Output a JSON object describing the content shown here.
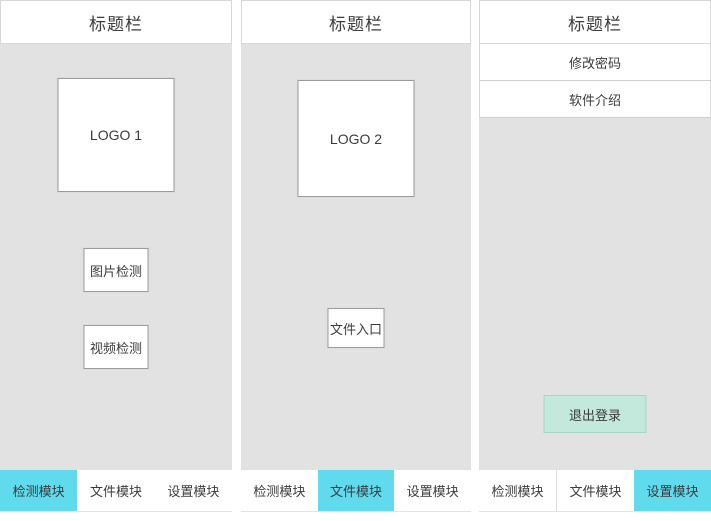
{
  "colors": {
    "active_tab_cyan": "#5fdbed",
    "logout_mint_fill": "#c2e9db",
    "logout_mint_border": "#a2d8c3",
    "content_gray": "#e2e2e2",
    "box_border_gray": "#9b9b9b",
    "text_dark": "#3b3b3b"
  },
  "screens": [
    {
      "name": "detection-module-screen",
      "title": "标题栏",
      "logo_label": "LOGO 1",
      "image_detect_label": "图片检测",
      "video_detect_label": "视频检测",
      "tabs": [
        {
          "label": "检测模块",
          "active": true
        },
        {
          "label": "文件模块",
          "active": false
        },
        {
          "label": "设置模块",
          "active": false
        }
      ]
    },
    {
      "name": "file-module-screen",
      "title": "标题栏",
      "logo_label": "LOGO 2",
      "file_entry_label": "文件入口",
      "tabs": [
        {
          "label": "检测模块",
          "active": false
        },
        {
          "label": "文件模块",
          "active": true
        },
        {
          "label": "设置模块",
          "active": false
        }
      ]
    },
    {
      "name": "settings-module-screen",
      "title": "标题栏",
      "menu_items": [
        {
          "label": "修改密码"
        },
        {
          "label": "软件介绍"
        }
      ],
      "logout_label": "退出登录",
      "tabs": [
        {
          "label": "检测模块",
          "active": false
        },
        {
          "label": "文件模块",
          "active": false
        },
        {
          "label": "设置模块",
          "active": true
        }
      ]
    }
  ]
}
